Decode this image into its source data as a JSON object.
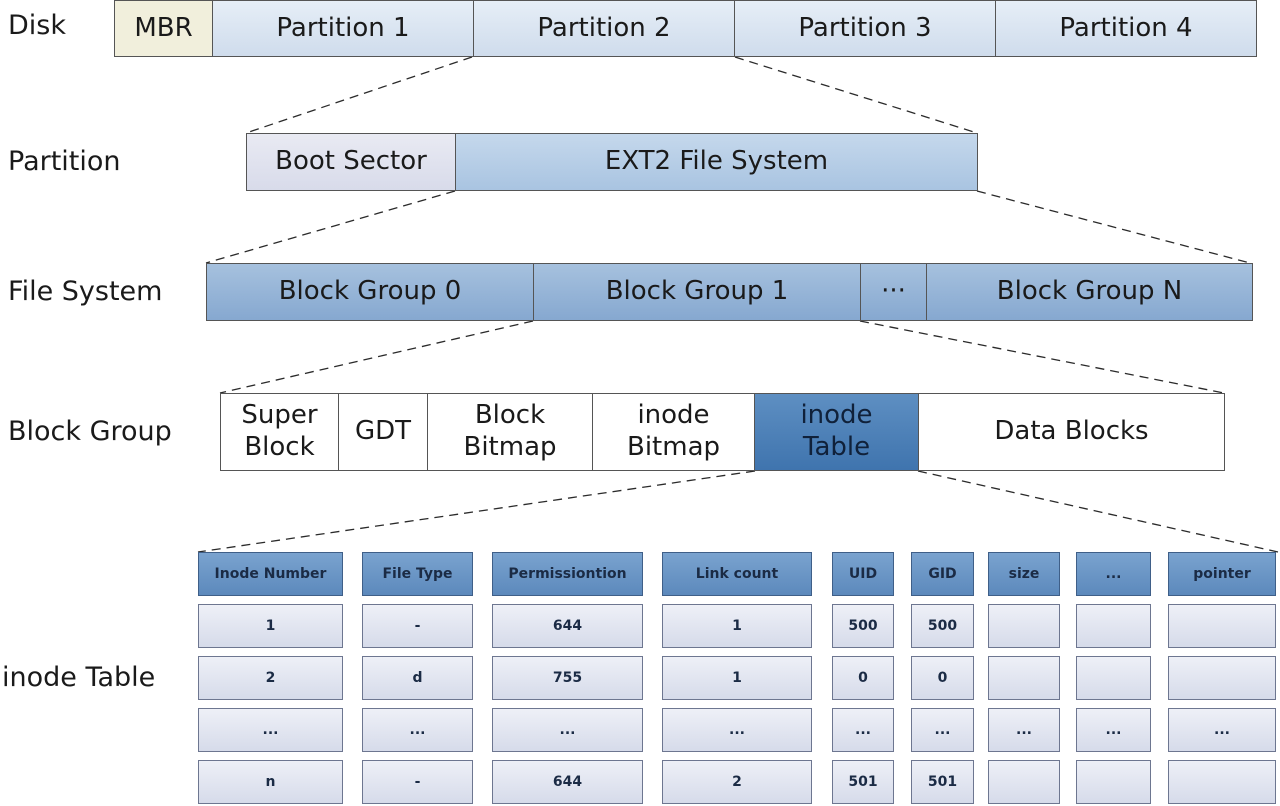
{
  "labels": {
    "disk": "Disk",
    "partition": "Partition",
    "file_system": "File System",
    "block_group": "Block Group",
    "inode_table": "inode Table"
  },
  "disk": [
    "MBR",
    "Partition 1",
    "Partition 2",
    "Partition 3",
    "Partition 4"
  ],
  "partition": [
    "Boot Sector",
    "EXT2 File System"
  ],
  "file_system": [
    "Block Group 0",
    "Block Group 1",
    "···",
    "Block Group N"
  ],
  "block_group": [
    "Super\nBlock",
    "GDT",
    "Block\nBitmap",
    "inode\nBitmap",
    "inode\nTable",
    "Data Blocks"
  ],
  "inode_table": {
    "headers": [
      "Inode Number",
      "File Type",
      "Permissiontion",
      "Link count",
      "UID",
      "GID",
      "size",
      "...",
      "pointer"
    ],
    "rows": [
      [
        "1",
        "-",
        "644",
        "1",
        "500",
        "500",
        "",
        "",
        ""
      ],
      [
        "2",
        "d",
        "755",
        "1",
        "0",
        "0",
        "",
        "",
        ""
      ],
      [
        "...",
        "...",
        "...",
        "...",
        "...",
        "...",
        "...",
        "...",
        "..."
      ],
      [
        "n",
        "-",
        "644",
        "2",
        "501",
        "501",
        "",
        "",
        ""
      ]
    ]
  },
  "colors": {
    "highlight": "#4a7db5",
    "header": "#6b96c6",
    "light_cell": "#dbe5f1"
  }
}
